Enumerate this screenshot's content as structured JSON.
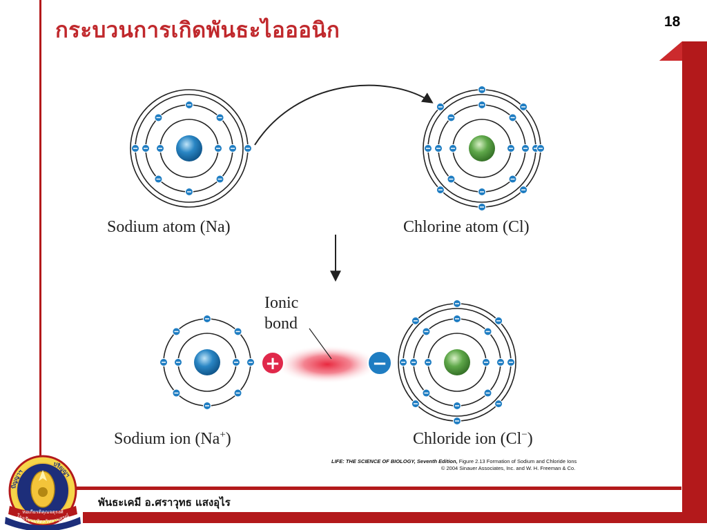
{
  "slide": {
    "title": "กระบวนการเกิดพันธะไอออนิก",
    "page_number": "18",
    "footer_text": "พันธะเคมี อ.ศราวุทธ แสงอุไร",
    "accent_color": "#b3191b",
    "title_color": "#c0282c"
  },
  "figure": {
    "labels": {
      "sodium_atom": "Sodium atom (Na)",
      "chlorine_atom": "Chlorine atom (Cl)",
      "sodium_ion_base": "Sodium ion (Na",
      "sodium_ion_sup": "+",
      "chloride_ion_base": "Chloride ion (Cl",
      "chloride_ion_sup": "−",
      "ionic_bond_line1": "Ionic",
      "ionic_bond_line2": "bond",
      "plus_sign": "+",
      "minus_sign": "−"
    },
    "credit": {
      "line1_bold": "LIFE: THE SCIENCE OF BIOLOGY, Seventh Edition,",
      "line1_rest": " Figure 2.13 Formation of Sodium and Chloride Ions",
      "line2": "© 2004 Sinauer Associates, Inc. and W. H. Freeman & Co."
    },
    "colors": {
      "sodium_nucleus": "#2a86c4",
      "chlorine_nucleus": "#5fa84a",
      "electron": "#1f7dc2",
      "cation": "#e0284a",
      "anion": "#1f7dc2"
    }
  },
  "logo": {
    "text_top_left": "ปัญญาฯ",
    "text_top_right": "ปริญูญฯ",
    "text_ribbon_upper": "หอเกียรติคุณจตุรงศ์",
    "text_ribbon_lower": "โรงเรียนมหิดลวิทยานุสรณ์"
  }
}
